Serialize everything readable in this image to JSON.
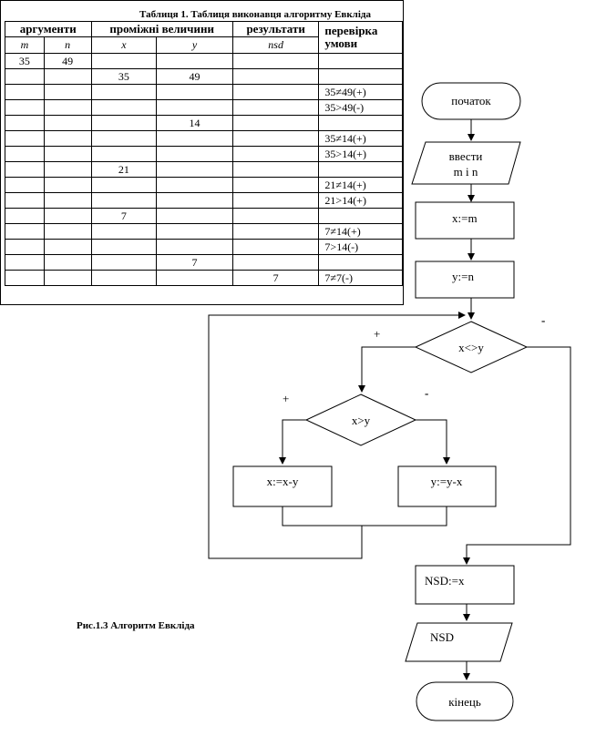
{
  "table": {
    "title": "Таблиця 1. Таблиця виконавця алгоритму Евкліда",
    "group_headers": [
      "аргументи",
      "проміжні величини",
      "результати",
      "перевірка умови"
    ],
    "sub_headers": [
      "m",
      "n",
      "x",
      "y",
      "nsd"
    ],
    "rows": [
      [
        "35",
        "49",
        "",
        "",
        "",
        ""
      ],
      [
        "",
        "",
        "35",
        "49",
        "",
        ""
      ],
      [
        "",
        "",
        "",
        "",
        "",
        "35≠49(+)"
      ],
      [
        "",
        "",
        "",
        "",
        "",
        "35>49(-)"
      ],
      [
        "",
        "",
        "",
        "14",
        "",
        ""
      ],
      [
        "",
        "",
        "",
        "",
        "",
        "35≠14(+)"
      ],
      [
        "",
        "",
        "",
        "",
        "",
        "35>14(+)"
      ],
      [
        "",
        "",
        "21",
        "",
        "",
        ""
      ],
      [
        "",
        "",
        "",
        "",
        "",
        "21≠14(+)"
      ],
      [
        "",
        "",
        "",
        "",
        "",
        "21>14(+)"
      ],
      [
        "",
        "",
        "7",
        "",
        "",
        ""
      ],
      [
        "",
        "",
        "",
        "",
        "",
        "7≠14(+)"
      ],
      [
        "",
        "",
        "",
        "",
        "",
        "7>14(-)"
      ],
      [
        "",
        "",
        "",
        "7",
        "",
        ""
      ],
      [
        "",
        "",
        "",
        "",
        "7",
        "7≠7(-)"
      ]
    ]
  },
  "flowchart": {
    "start": "початок",
    "input": [
      "ввести",
      "m i n"
    ],
    "assign_x": "x:=m",
    "assign_y": "y:=n",
    "cond_outer": "x<>y",
    "cond_inner": "x>y",
    "sub_x": "x:=x-y",
    "sub_y": "y:=y-x",
    "result": "NSD:=x",
    "output": "NSD",
    "end": "кінець",
    "plus_outer": "+",
    "minus_outer": "-",
    "plus_inner": "+",
    "minus_inner": "-"
  },
  "caption": "Рис.1.3 Алгоритм Евкліда"
}
